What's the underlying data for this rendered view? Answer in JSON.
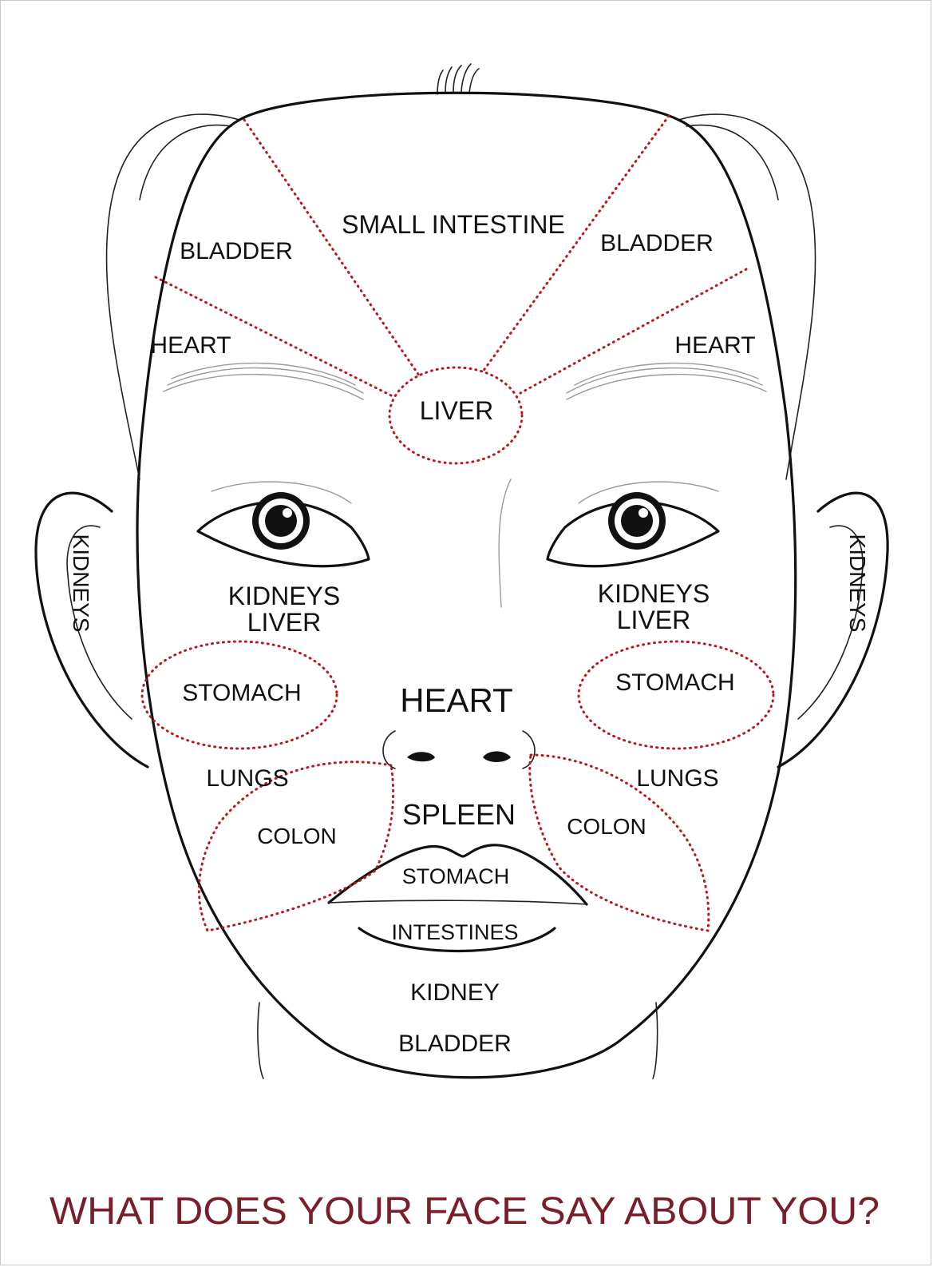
{
  "colors": {
    "zone_line": "#c0141b",
    "title": "#7a1e2a",
    "ink": "#111111"
  },
  "labels": {
    "small_intestine": "SMALL INTESTINE",
    "bladder_left": "BLADDER",
    "bladder_right": "BLADDER",
    "heart_left": "HEART",
    "heart_right": "HEART",
    "liver_forehead": "LIVER",
    "kidneys_ear_left": "KIDNEYS",
    "kidneys_ear_right": "KIDNEYS",
    "kidneys_left": "KIDNEYS",
    "liver_left": "LIVER",
    "kidneys_right": "KIDNEYS",
    "liver_right": "LIVER",
    "stomach_left": "STOMACH",
    "stomach_right": "STOMACH",
    "heart_nose": "HEART",
    "lungs_left": "LUNGS",
    "lungs_right": "LUNGS",
    "colon_left": "COLON",
    "colon_right": "COLON",
    "spleen": "SPLEEN",
    "stomach_lips": "STOMACH",
    "intestines": "INTESTINES",
    "kidney_chin": "KIDNEY",
    "bladder_chin": "BLADDER"
  },
  "title": "WHAT DOES YOUR FACE SAY ABOUT YOU?"
}
